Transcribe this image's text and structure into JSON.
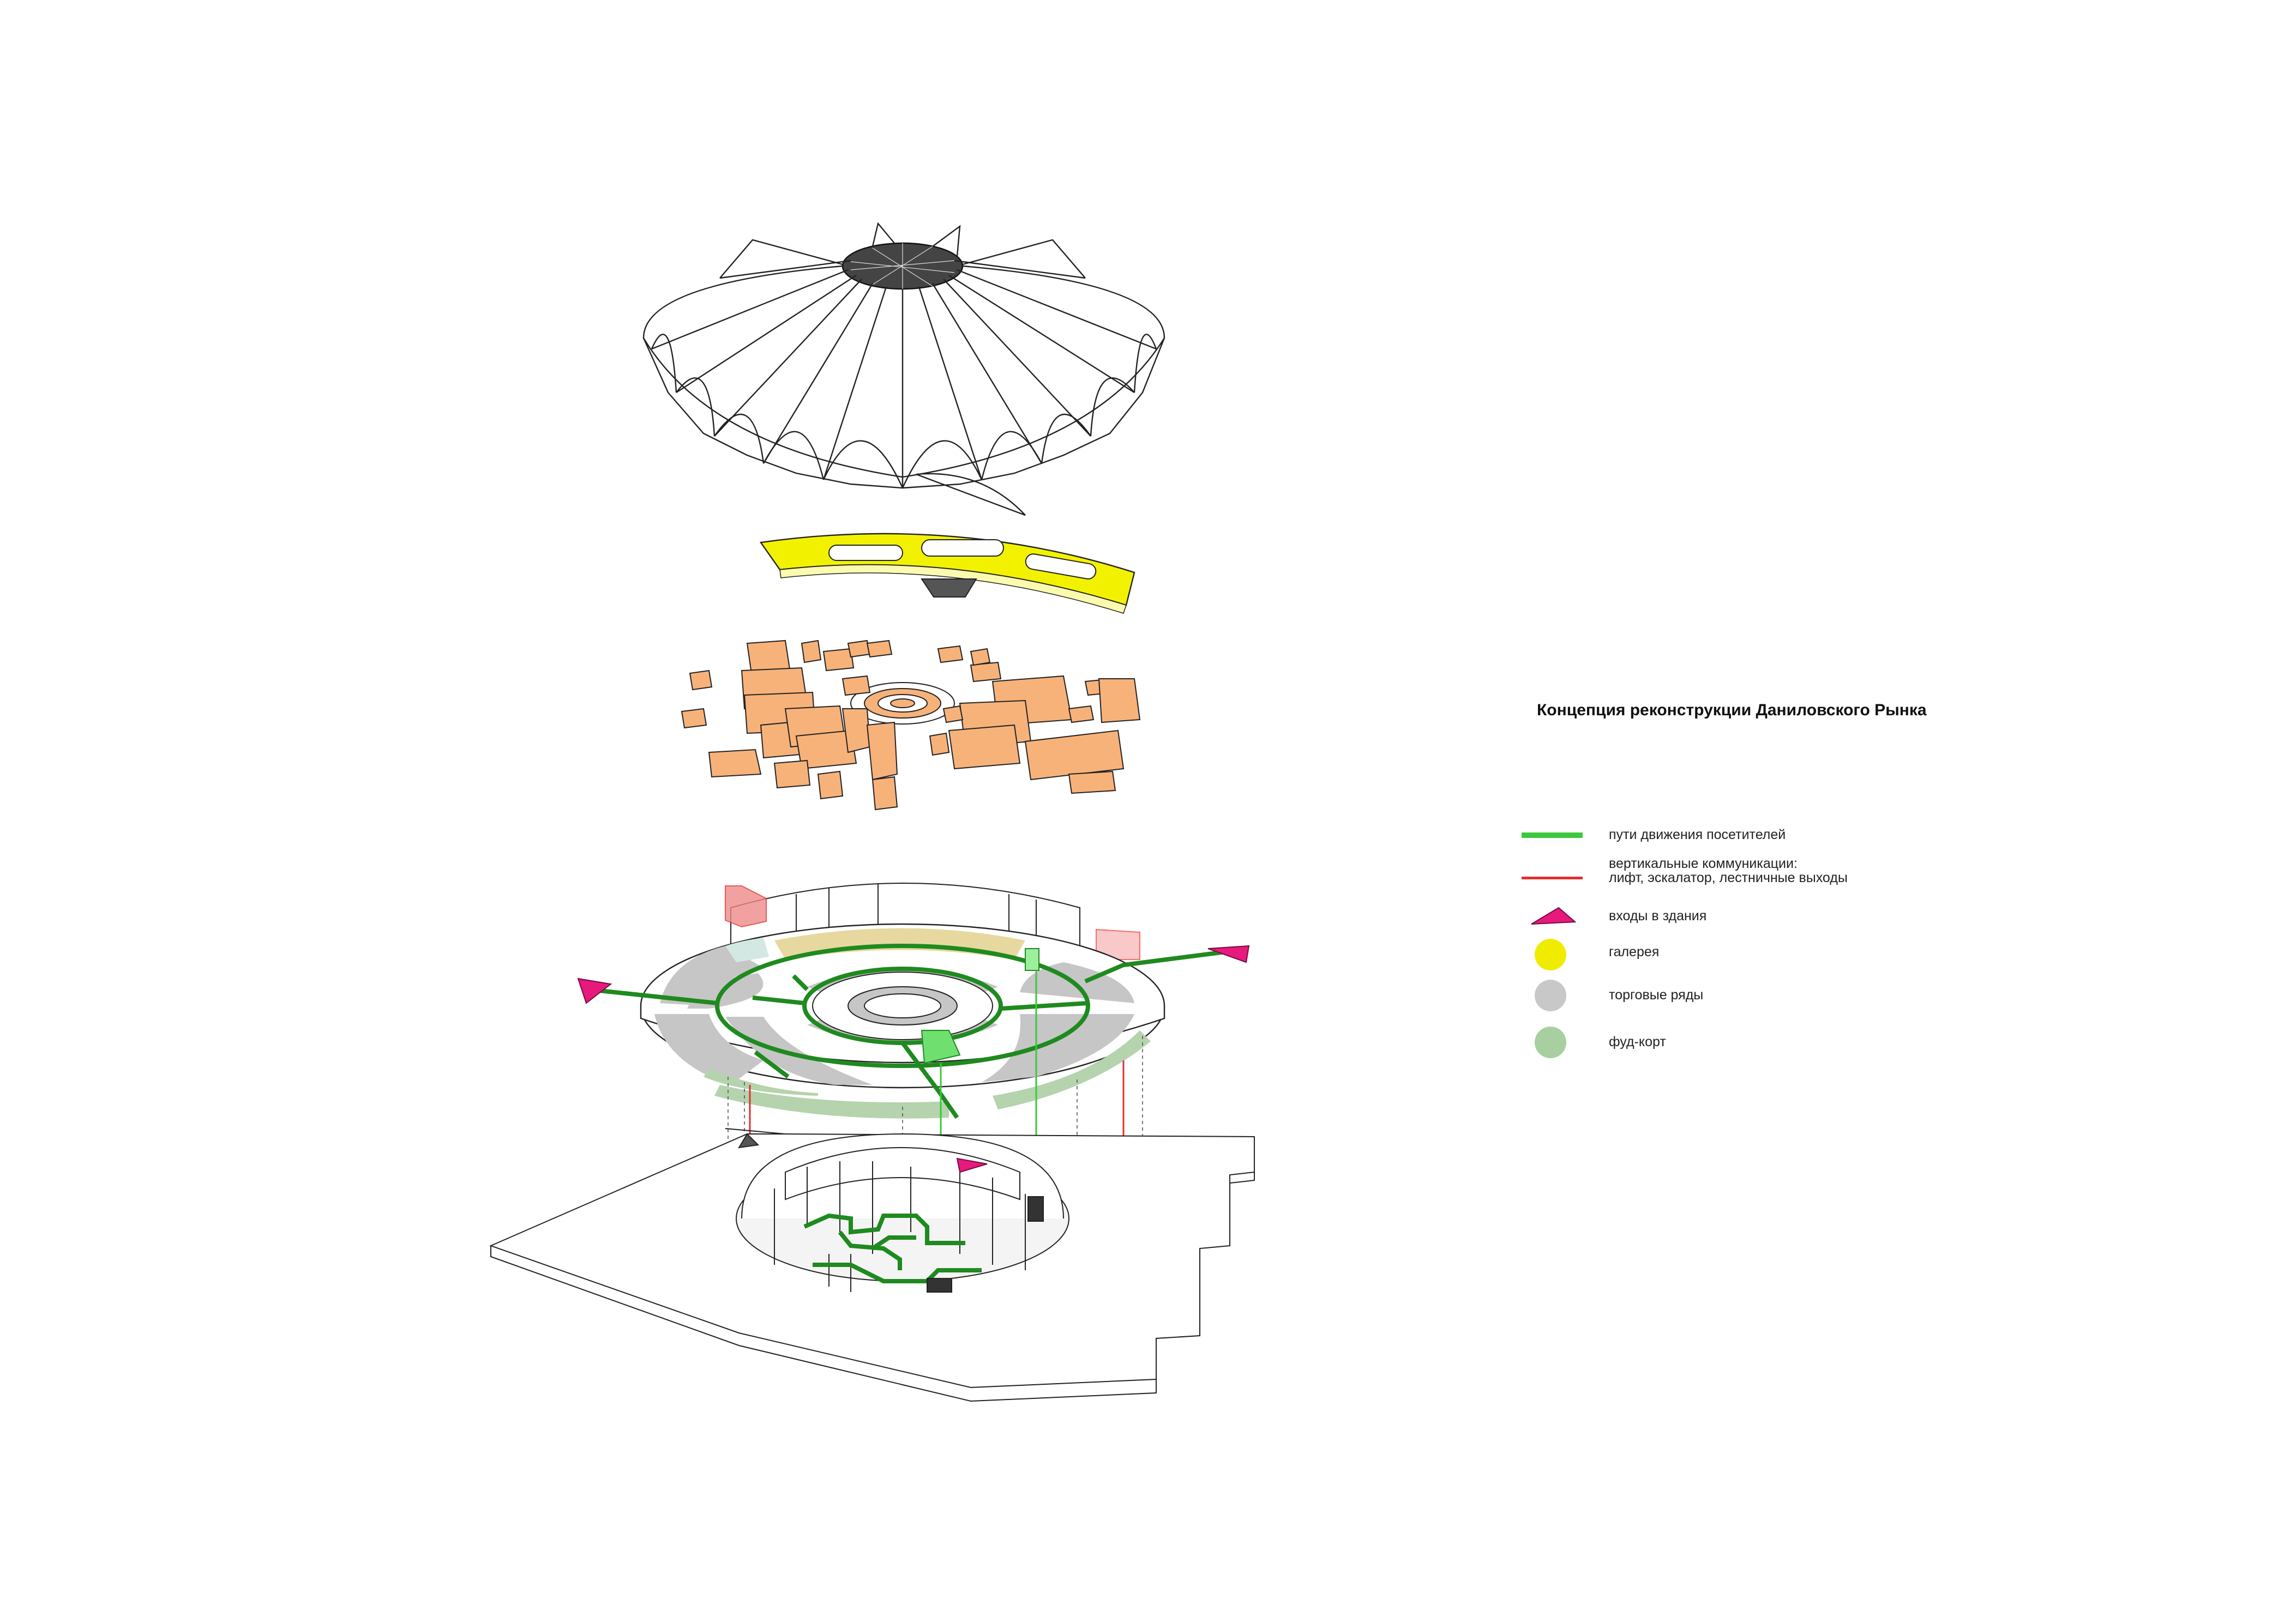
{
  "title": "Концепция реконструкции Даниловского Рынка",
  "legend": [
    {
      "label": "пути движения посетителей",
      "symbol": "line",
      "color": "#3cc83c"
    },
    {
      "label_line1": "вертикальные коммуникации:",
      "label_line2": "лифт, эскалатор, лестничные выходы",
      "symbol": "line",
      "color": "#e03030"
    },
    {
      "label": "входы в здания",
      "symbol": "triangle",
      "color": "#e8197d"
    },
    {
      "label": "галерея",
      "symbol": "circle",
      "color": "#f0ec00"
    },
    {
      "label": "торговые ряды",
      "symbol": "circle",
      "color": "#c8c8c8"
    },
    {
      "label": "фуд-корт",
      "symbol": "circle",
      "color": "#a8cfa0"
    }
  ],
  "colors": {
    "gallery": "#f2f200",
    "pavilions": "#f7b27a",
    "paths": "#1f8a1f",
    "elevator": "#e03030",
    "entrance": "#e8197d",
    "stalls": "#c6c6c6",
    "foodcourt": "#b5d3ad"
  }
}
